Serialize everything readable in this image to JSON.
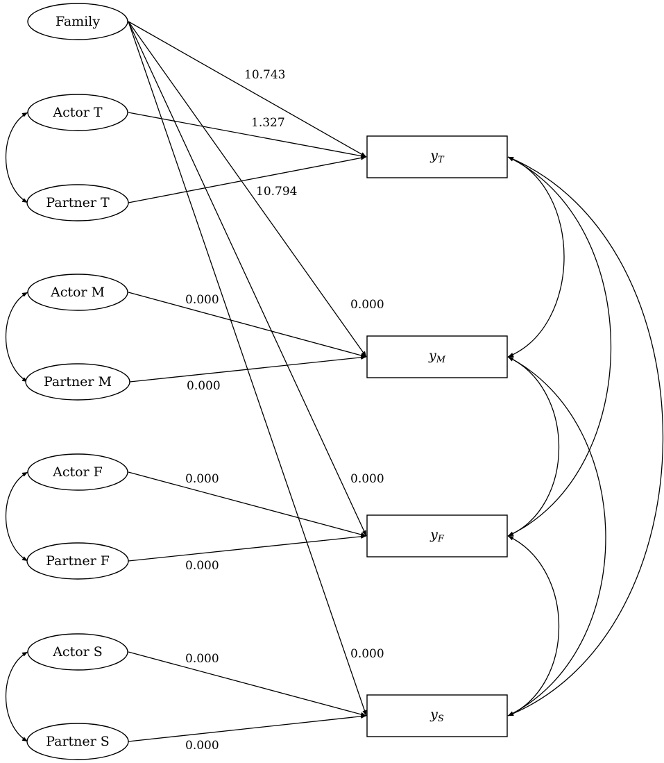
{
  "ellipses": {
    "family": "Family",
    "actor_t": "Actor T",
    "partner_t": "Partner T",
    "actor_m": "Actor M",
    "partner_m": "Partner M",
    "actor_f": "Actor F",
    "partner_f": "Partner F",
    "actor_s": "Actor S",
    "partner_s": "Partner S"
  },
  "boxes": {
    "y_t": {
      "var": "y",
      "sub": "T"
    },
    "y_m": {
      "var": "y",
      "sub": "M"
    },
    "y_f": {
      "var": "y",
      "sub": "F"
    },
    "y_s": {
      "var": "y",
      "sub": "S"
    }
  },
  "paths": {
    "family_to_yt": "10.743",
    "actor_t_to_yt": "1.327",
    "family_to_ym": "10.794",
    "actor_m_to_ym": "0.000",
    "family_to_yf_label": "0.000",
    "partner_m_to_ym": "0.000",
    "actor_f_to_yf": "0.000",
    "family_to_yf": "0.000",
    "partner_f_to_yf": "0.000",
    "actor_s_to_ys": "0.000",
    "family_to_ys": "0.000",
    "partner_s_to_ys": "0.000"
  }
}
